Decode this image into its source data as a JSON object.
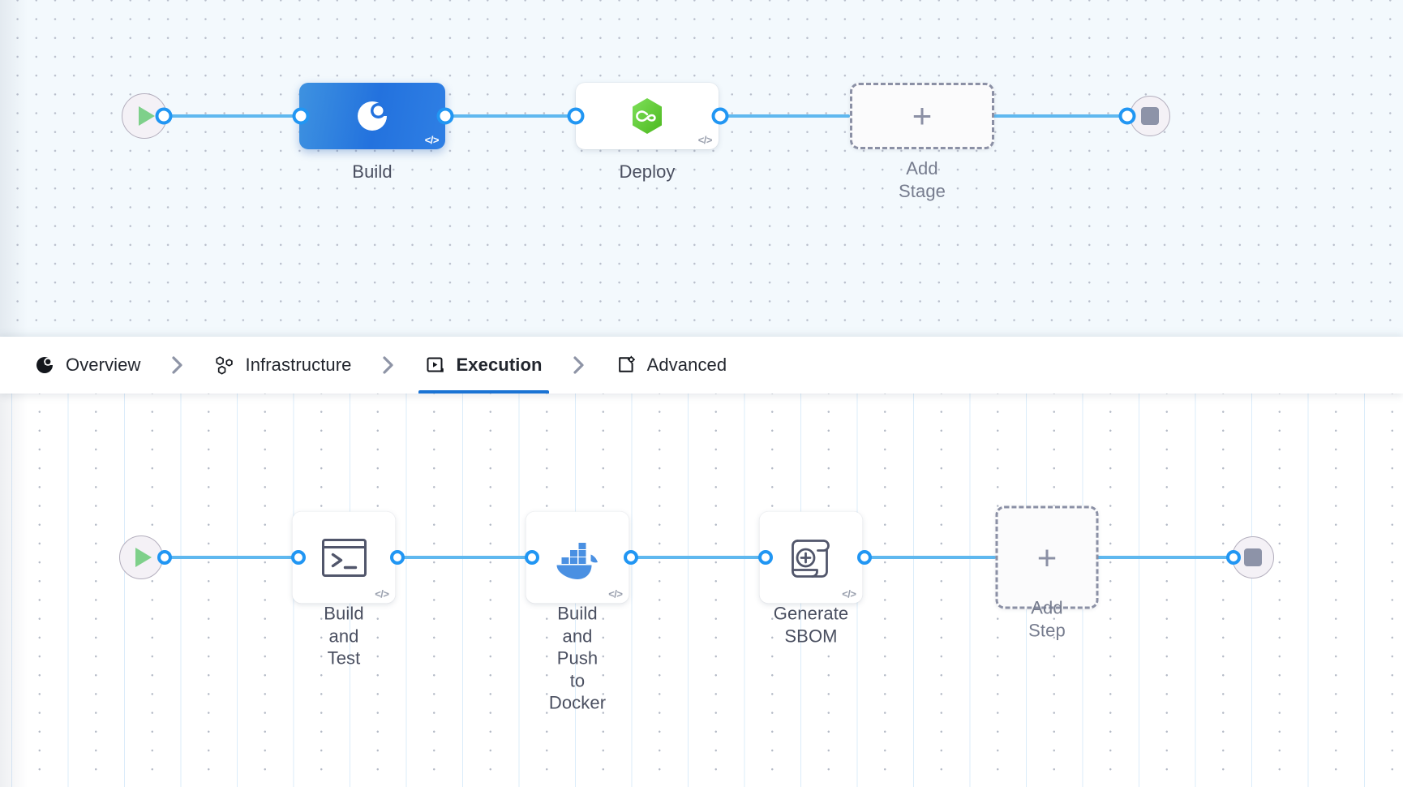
{
  "stage_canvas": {
    "name": "pipeline-stage-canvas",
    "background_color": "#f3f9fd",
    "start_node": {
      "icon": "play-icon",
      "label": ""
    },
    "end_node": {
      "icon": "stop-icon",
      "label": ""
    },
    "nodes": [
      {
        "id": "build",
        "label": "Build",
        "icon": "ci-pie-icon",
        "style": "gradient-blue",
        "selected": true,
        "code_badge": "</>",
        "accent": "#2372de"
      },
      {
        "id": "deploy",
        "label": "Deploy",
        "icon": "harness-hexagon-infinity-icon",
        "style": "white",
        "selected": false,
        "code_badge": "</>",
        "accent": "#68c93c"
      },
      {
        "id": "add-stage",
        "label": "Add Stage",
        "icon": "plus-icon",
        "style": "dashed",
        "selected": false,
        "code_badge": "",
        "accent": "#8b90a5"
      }
    ]
  },
  "tabs": {
    "name": "stage-config-tabs",
    "separator_icon": "chevron-right-icon",
    "items": [
      {
        "id": "overview",
        "label": "Overview",
        "icon": "overview-pie-icon",
        "active": false
      },
      {
        "id": "infrastructure",
        "label": "Infrastructure",
        "icon": "hexagons-icon",
        "active": false
      },
      {
        "id": "execution",
        "label": "Execution",
        "icon": "execution-play-icon",
        "active": true
      },
      {
        "id": "advanced",
        "label": "Advanced",
        "icon": "advanced-gear-icon",
        "active": false
      }
    ],
    "active_underline_color": "#1a73d4"
  },
  "step_canvas": {
    "name": "execution-step-canvas",
    "background_color": "#ffffff",
    "start_node": {
      "icon": "play-icon",
      "label": ""
    },
    "end_node": {
      "icon": "stop-icon",
      "label": ""
    },
    "nodes": [
      {
        "id": "build-and-test",
        "label": "Build and Test",
        "icon": "terminal-icon",
        "style": "white",
        "code_badge": "</>"
      },
      {
        "id": "build-and-push-to-docker",
        "label": "Build and Push\nto Docker",
        "icon": "docker-whale-icon",
        "style": "white",
        "code_badge": "</>"
      },
      {
        "id": "generate-sbom",
        "label": "Generate SBOM",
        "icon": "sbom-scroll-plus-icon",
        "style": "white",
        "code_badge": "</>"
      },
      {
        "id": "add-step",
        "label": "Add Step",
        "icon": "plus-icon",
        "style": "dashed",
        "code_badge": ""
      }
    ]
  },
  "colors": {
    "edge": "#5fb8ef",
    "port_ring": "#2196f3",
    "node_selected": "#2372de",
    "tab_active": "#1a73d4",
    "label_text": "#4a4f60"
  }
}
